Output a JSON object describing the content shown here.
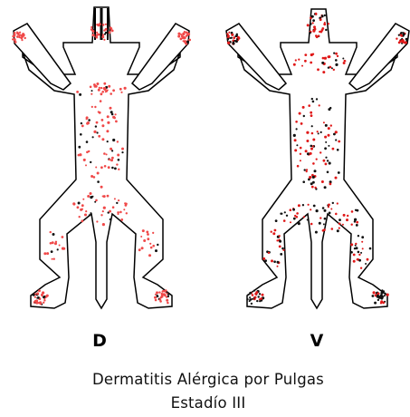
{
  "panels": [
    {
      "letter": "D",
      "colors": {
        "lesion_red": "#f04848",
        "lesion_black": "#111111"
      },
      "distribution": {
        "snout": "dense",
        "forepaws": "dense",
        "trunk": "scattered",
        "hindpaws": "dense"
      }
    },
    {
      "letter": "V",
      "colors": {
        "lesion_red": "#e01818",
        "lesion_black": "#111111"
      },
      "distribution": {
        "snout": "dense",
        "forepaws": "dense",
        "trunk": "scattered",
        "hindpaws": "dense"
      }
    }
  ],
  "caption": {
    "line1": "Dermatitis Alérgica por Pulgas",
    "line2": "Estadío III"
  }
}
